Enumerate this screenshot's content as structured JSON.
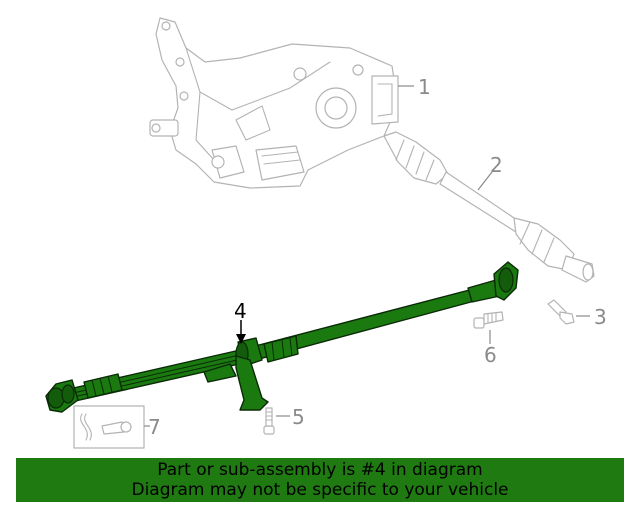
{
  "callouts": {
    "c1": "1",
    "c2": "2",
    "c3": "3",
    "c4": "4",
    "c5": "5",
    "c6": "6",
    "c7": "7"
  },
  "notice": {
    "line1": "Part or sub-assembly is #4 in diagram",
    "line2": "Diagram may not be specific to your vehicle"
  },
  "colors": {
    "highlight": "#1a7a10",
    "banner": "#1f7a12",
    "ghost_parts": "#b3b3b3"
  }
}
